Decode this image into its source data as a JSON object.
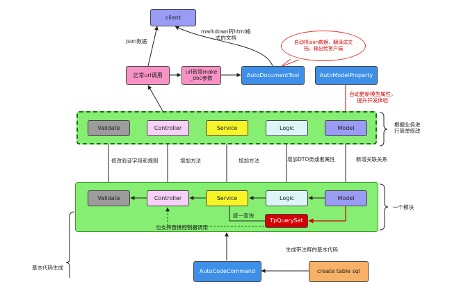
{
  "nodes": {
    "client": "client",
    "normal_url": "正常url调用",
    "url_make_doc": "url新增make\n_doc参数",
    "auto_document_tool": "AutoDocumentTool",
    "auto_model_property": "AutoModelProperty",
    "validate": "Validate",
    "controller": "Controller",
    "service": "Service",
    "logic": "Logic",
    "model": "Model",
    "tp_query_set": "TpQuerySet",
    "auto_code_command": "AutoCodeCommand",
    "create_table_sql": "create table sql"
  },
  "labels": {
    "json_data": "json数据",
    "markdown_doc": "markdown转html格\n式的文档",
    "bubble": "自动将json数据，翻译成文\n档，输出给客户端",
    "auto_update_model": "自动更新模型属性，\n提升开发体验",
    "per_business": "根据业务进\n行简单修改",
    "modify_validate": "修改验证字段和规则",
    "add_method_controller": "增加方法",
    "add_method_service": "增加方法",
    "add_dto": "增加DTO类或者属性",
    "add_relation": "新增关联关系",
    "one_module": "一个模块",
    "unified_query": "统一查询",
    "direct_controller": "也支持直接控制器调用",
    "gen_code": "生成带注释的基本代码",
    "basic_code_gen": "基本代码生成"
  },
  "colors": {
    "client": "#9a9bf5",
    "pink": "#f793c4",
    "blue": "#3d8fe8",
    "validate": "#9c9c9c",
    "controller": "#f6d0f6",
    "service": "#f7f427",
    "logic": "#dcf6f8",
    "model": "#9a9bf5",
    "tp_query_set": "#d60000",
    "create_sql": "#f7b267",
    "group_green": "#86ee73",
    "arrow_red": "#d60000"
  }
}
